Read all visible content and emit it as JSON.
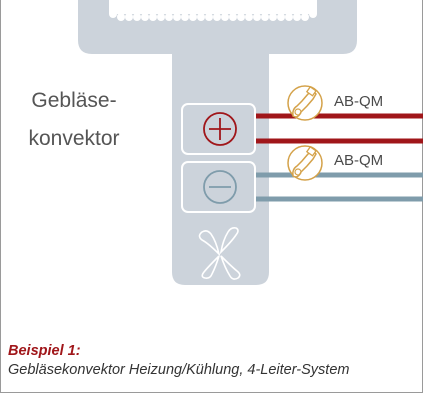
{
  "unit": {
    "label_line1": "Gebläse-",
    "label_line2": "konvektor"
  },
  "heating_valve": {
    "label": "AB-QM",
    "icon": "valve-actuator-icon",
    "color": "#a0161a"
  },
  "cooling_valve": {
    "label": "AB-QM",
    "icon": "valve-actuator-icon",
    "color": "#7f9cab"
  },
  "connectors": {
    "heating_symbol": "plus-icon",
    "cooling_symbol": "minus-icon",
    "fan_symbol": "fan-icon"
  },
  "caption": {
    "title": "Beispiel 1:",
    "text": "Gebläsekonvektor Heizung/Kühlung, 4-Leiter-System"
  },
  "colors": {
    "body": "#ccd3db",
    "accent_gold": "#d4a24a",
    "heating_pipe": "#a0161a",
    "cooling_pipe": "#7f9cab"
  }
}
